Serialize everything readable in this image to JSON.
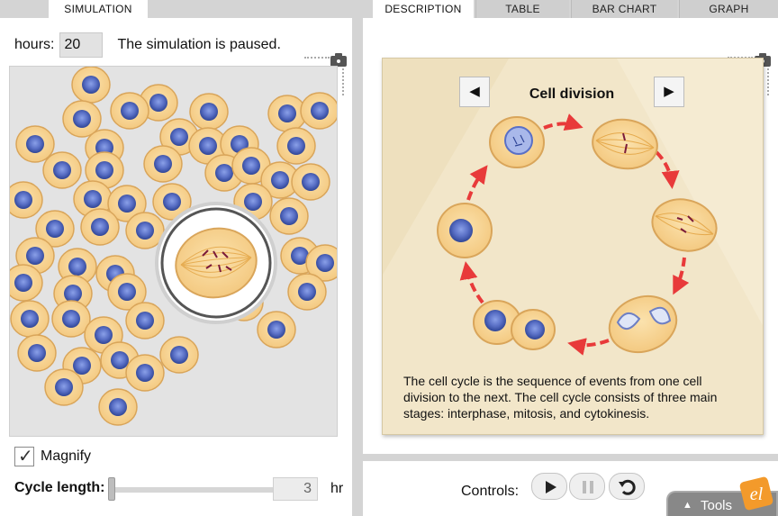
{
  "left_tab": {
    "label": "SIMULATION"
  },
  "hours": {
    "label": "hours:",
    "value": "20"
  },
  "sim_status": "The simulation is paused.",
  "magnify": {
    "label": "Magnify",
    "checked": true
  },
  "cycle_length": {
    "label": "Cycle length:",
    "value": "3",
    "unit": "hr",
    "level": 0.0
  },
  "tabs": [
    {
      "label": "DESCRIPTION",
      "active": true
    },
    {
      "label": "TABLE",
      "active": false
    },
    {
      "label": "BAR CHART",
      "active": false
    },
    {
      "label": "GRAPH",
      "active": false
    }
  ],
  "card": {
    "prev": "◀",
    "next": "▶",
    "title": "Cell division",
    "description": "The cell cycle is the sequence of events from one cell division to the next. The cell cycle consists of three main stages: interphase, mitosis, and cytokinesis."
  },
  "controls": {
    "label": "Controls:"
  },
  "tools": {
    "label": "Tools",
    "arrow": "▲"
  },
  "logo": {
    "text": "el"
  },
  "colors": {
    "cell_fill": "#f6d59a",
    "cell_stroke": "#d9a55a",
    "nucleus": "#4c63b8",
    "arrow": "#e83a3a",
    "card_bg": "#f2e6c9"
  }
}
